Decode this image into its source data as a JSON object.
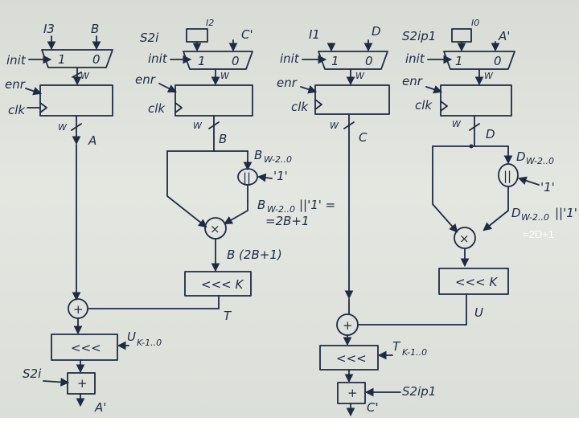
{
  "col1": {
    "in_left": "I3",
    "in_right": "B",
    "mux_left": "1",
    "mux_right": "0",
    "init": "init",
    "enr": "enr",
    "clk": "clk",
    "w1": "W",
    "w2": "W",
    "out": "A",
    "shift": "<<<",
    "shift_in": "U",
    "shift_in_sub": "K-1..0",
    "s2": "S2i",
    "plus": "+",
    "result": "A'"
  },
  "col2": {
    "in_left": "S2i",
    "in_right": "I2",
    "out_right": "C'",
    "mux_left": "1",
    "mux_right": "0",
    "init": "init",
    "enr": "enr",
    "clk": "clk",
    "w1": "W",
    "w2": "W",
    "out": "B",
    "slice": "B",
    "slice_sub": "W-2..0",
    "concat_op": "||",
    "one": "'1'",
    "concat_res": "B",
    "concat_res_sub": "W-2..0",
    "concat_res_tail": "||'1' =",
    "eq": "=2B+1",
    "mult": "×",
    "product": "B (2B+1)",
    "shift": "<<< K",
    "shift_out": "T"
  },
  "col3": {
    "in_left": "I1",
    "in_right": "D",
    "mux_left": "1",
    "mux_right": "0",
    "init": "init",
    "enr": "enr",
    "clk": "clk",
    "w1": "W",
    "w2": "W",
    "out": "C",
    "plus": "+",
    "shift": "<<<",
    "shift_in": "T",
    "shift_in_sub": "K-1..0",
    "s2": "S2ip1",
    "result": "C'"
  },
  "col4": {
    "in_left": "S2ip1",
    "in_right": "I0",
    "out_right": "A'",
    "mux_left": "1",
    "mux_right": "0",
    "init": "init",
    "enr": "enr",
    "clk": "clk",
    "w1": "W",
    "w2": "W",
    "out": "D",
    "slice": "D",
    "slice_sub": "W-2..0",
    "concat_op": "||",
    "one": "'1'",
    "concat_res": "D",
    "concat_res_sub": "W-2..0",
    "concat_res_tail": "||'1'",
    "mult": "×",
    "shift": "<<< K",
    "shift_out": "U"
  },
  "overlay_note": "=2D+1"
}
